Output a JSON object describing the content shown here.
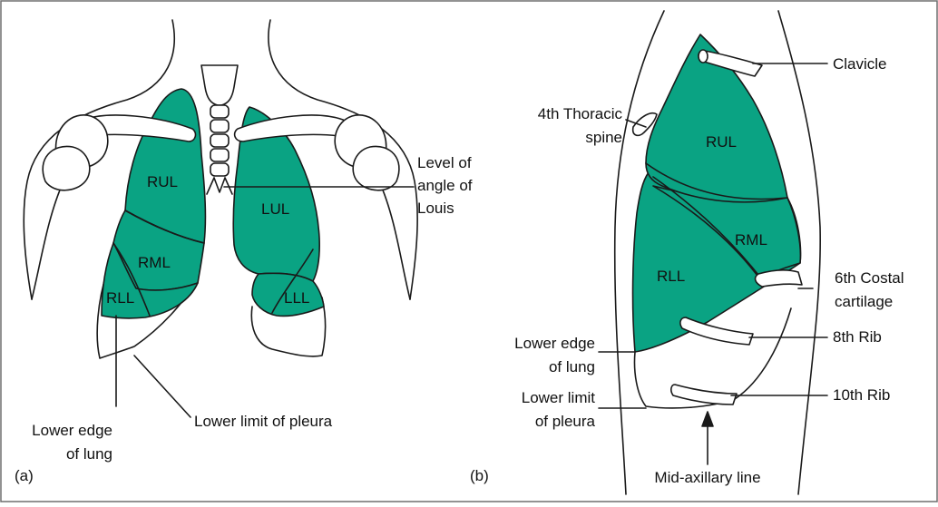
{
  "colors": {
    "lung": "#0aa383",
    "outline": "#1a1a1a",
    "frame": "#6e6e6e",
    "background": "#ffffff"
  },
  "panel_a": {
    "label": "(a)",
    "lobes": {
      "rul": "RUL",
      "rml": "RML",
      "rll": "RLL",
      "lul": "LUL",
      "lll": "LLL"
    },
    "callouts": {
      "angle_line1": "Level of",
      "angle_line2": "angle of",
      "angle_line3": "Louis",
      "pleura": "Lower limit of pleura",
      "edge_line1": "Lower edge",
      "edge_line2": "of lung"
    }
  },
  "panel_b": {
    "label": "(b)",
    "lobes": {
      "rul": "RUL",
      "rml": "RML",
      "rll": "RLL"
    },
    "callouts": {
      "clavicle": "Clavicle",
      "spine_line1": "4th Thoracic",
      "spine_line2": "spine",
      "costal_line1": "6th Costal",
      "costal_line2": "cartilage",
      "rib8": "8th Rib",
      "rib10": "10th Rib",
      "edge_line1": "Lower edge",
      "edge_line2": "of lung",
      "pleura_line1": "Lower limit",
      "pleura_line2": "of pleura",
      "axillary": "Mid-axillary line"
    }
  }
}
